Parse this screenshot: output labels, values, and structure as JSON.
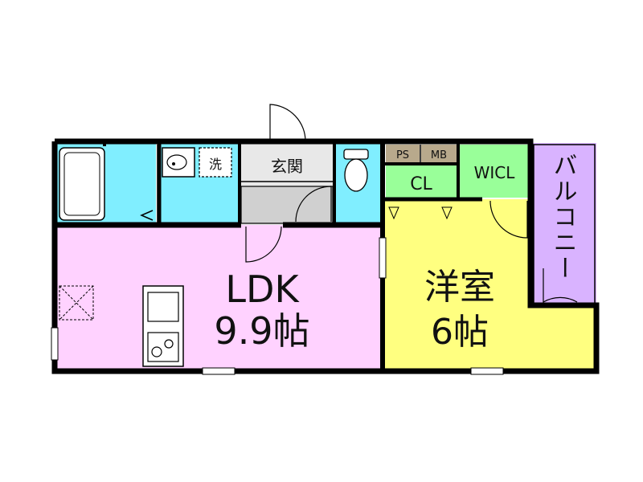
{
  "floorplan": {
    "rooms": {
      "ldk": {
        "name": "LDK",
        "size": "9.9帖",
        "color": "#ffd2ff"
      },
      "western": {
        "name": "洋室",
        "size": "6帖",
        "color": "#ffff80"
      },
      "balcony": {
        "name": "バルコニー",
        "color": "#d9b3ff"
      },
      "entrance": {
        "name": "玄関",
        "color": "#e8e8e8"
      },
      "closet": {
        "name": "CL",
        "color": "#99ff99"
      },
      "walk_in_closet": {
        "name": "WICL",
        "color": "#99ff99"
      },
      "pipe_space": {
        "name": "PS",
        "color": "#b8a98c"
      },
      "meter_box": {
        "name": "MB",
        "color": "#b8a98c"
      },
      "washer_space": {
        "name": "洗"
      },
      "bath": {
        "color": "#80eeff"
      },
      "toilet": {
        "color": "#80eeff"
      }
    },
    "colors": {
      "wall": "#000000",
      "background": "#ffffff"
    }
  }
}
